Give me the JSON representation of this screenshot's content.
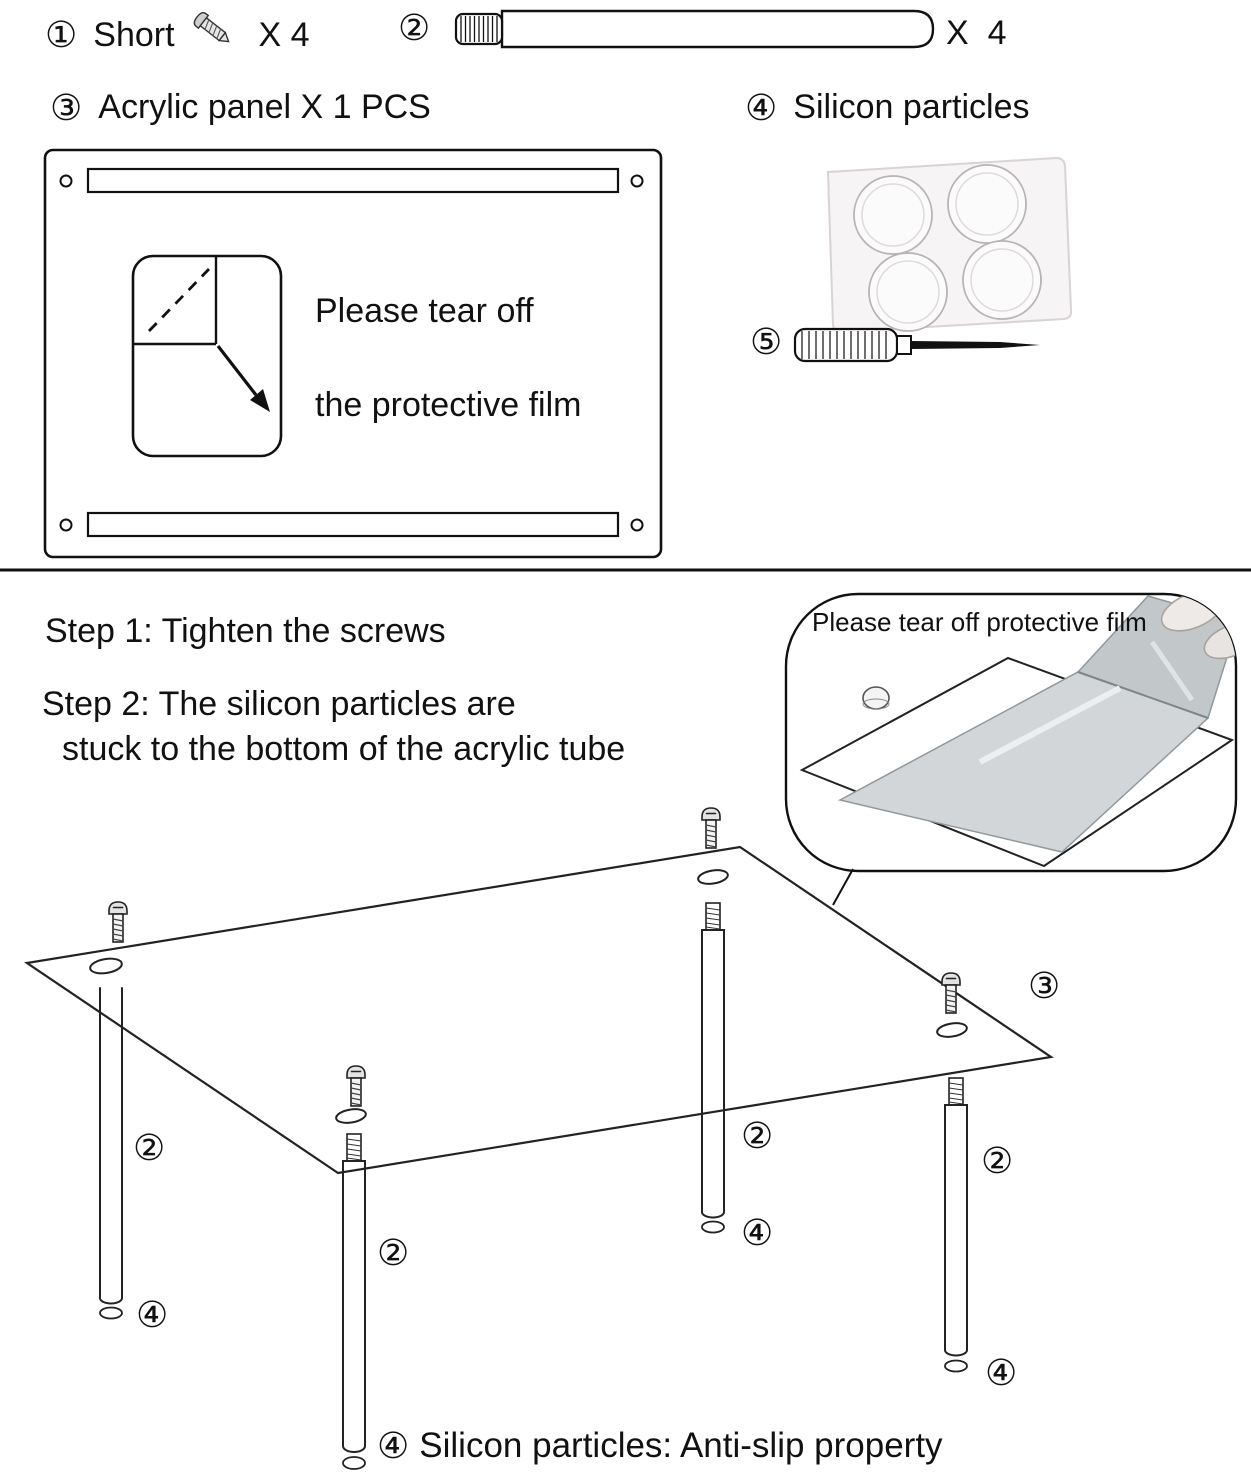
{
  "parts": {
    "screw": {
      "num": "①",
      "label": "Short",
      "qty": "X 4"
    },
    "tube": {
      "num": "②",
      "qty": "X  4"
    },
    "panel": {
      "num": "③",
      "label": "Acrylic panel X 1 PCS"
    },
    "particles": {
      "num": "④",
      "label": "Silicon particles"
    },
    "screwdriver": {
      "num": "⑤"
    }
  },
  "panel_note": {
    "line1": "Please tear off",
    "line2": "the protective film"
  },
  "steps": {
    "line1": "Step 1: Tighten the screws",
    "line2": "Step 2: The silicon particles are",
    "line3": "stuck to the bottom of the acrylic tube"
  },
  "callout": {
    "text": "Please tear off protective film"
  },
  "diagram": {
    "panel_label": "③",
    "tube_label": "②",
    "particle_label": "④"
  },
  "footer": {
    "num": "④",
    "text": "Silicon particles: Anti-slip property"
  },
  "colors": {
    "ink": "#111111",
    "film": "#cfd3d5"
  }
}
